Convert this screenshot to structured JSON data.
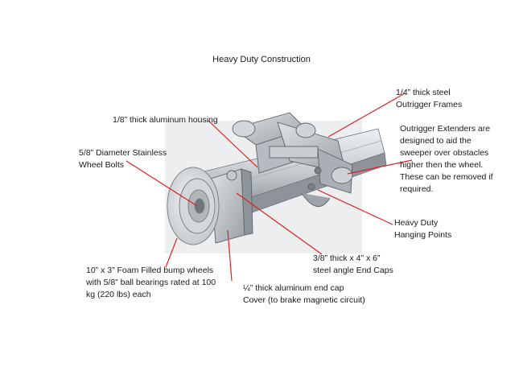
{
  "title": "Heavy Duty Construction",
  "labels": {
    "outrigger_frames": [
      "1/4” thick steel",
      "Outrigger Frames"
    ],
    "aluminum_housing": [
      "1/8” thick aluminum housing"
    ],
    "wheel_bolts": [
      "5/8” Diameter Stainless",
      "Wheel Bolts"
    ],
    "outrigger_extenders": [
      "Outrigger Extenders are",
      "designed to aid the",
      "sweeper over obstacles",
      "higher then the wheel.",
      "These can be removed if",
      "required."
    ],
    "hanging_points": [
      "Heavy Duty",
      "Hanging Points"
    ],
    "end_caps": [
      "3/8” thick x 4” x 6”",
      "steel angle End Caps"
    ],
    "bump_wheels": [
      "10” x 3” Foam Filled bump wheels",
      "with 5/8” ball bearings rated at 100",
      "kg (220 lbs) each"
    ],
    "end_cap_cover": [
      "¼” thick aluminum end cap",
      "Cover (to brake magnetic circuit)"
    ]
  },
  "colors": {
    "leader": "#e02020",
    "metal_light": "#d9dde0",
    "metal_mid": "#b8bec3",
    "metal_dark": "#7d8489",
    "tire": "#e4e6e8"
  }
}
